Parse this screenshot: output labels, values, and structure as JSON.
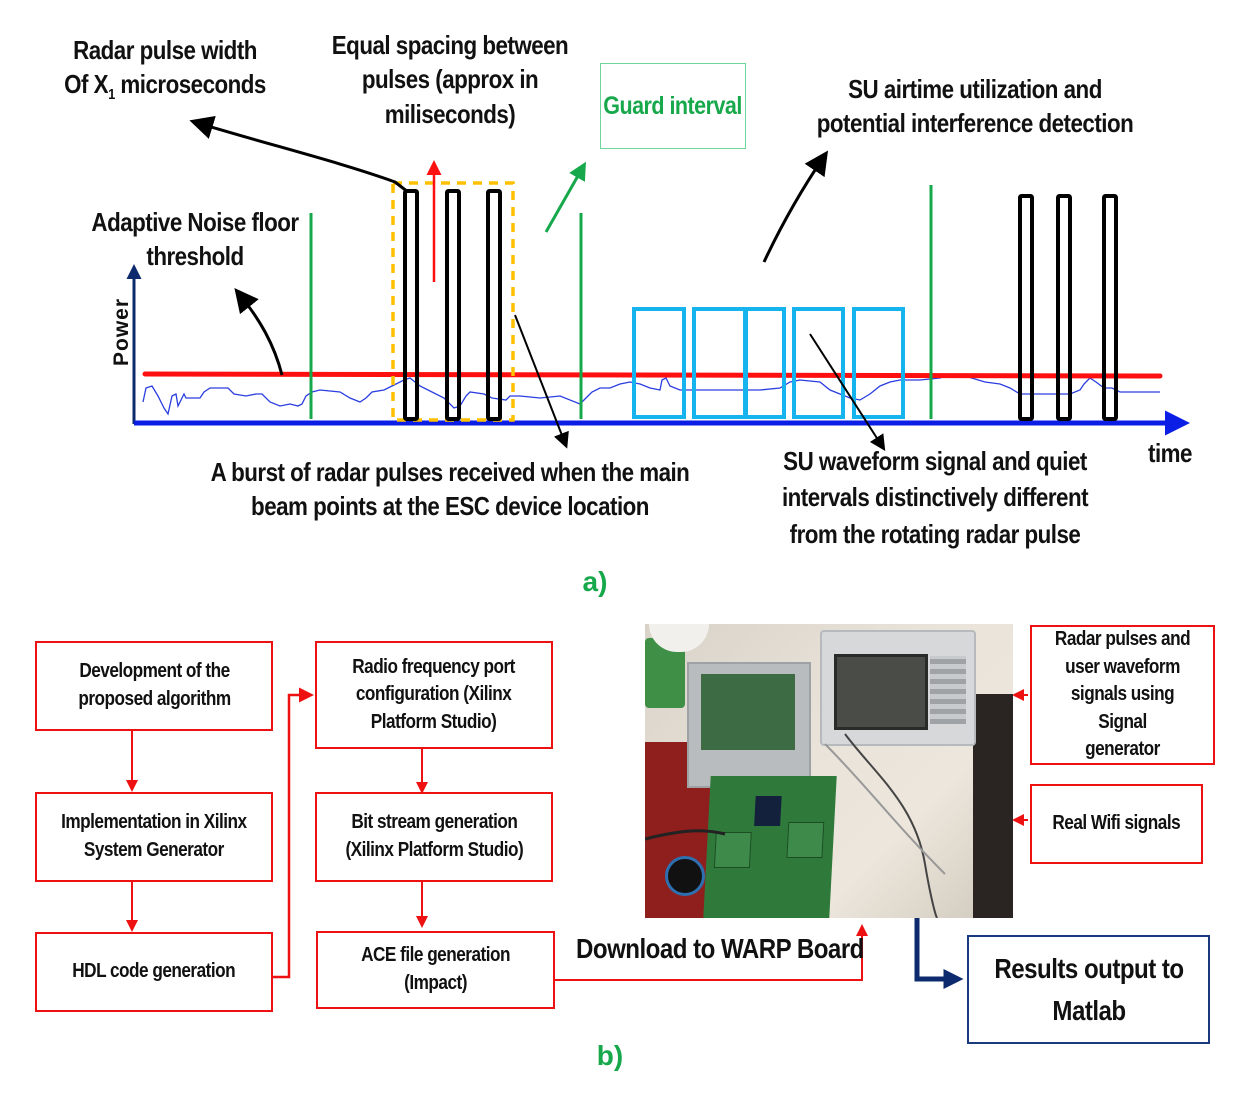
{
  "part_a": {
    "caption": "a)",
    "annotations": {
      "pulse_width_line1": "Radar pulse width",
      "pulse_width_line2_pre": "Of X",
      "pulse_width_sub": "1",
      "pulse_width_line2_post": " microseconds",
      "equal_spacing": "Equal spacing between\npulses (approx  in\nmiliseconds)",
      "guard_interval": "Guard interval",
      "su_airtime": "SU airtime  utilization and\npotential interference detection",
      "noise_floor": "Adaptive Noise floor\nthreshold",
      "burst": "A burst of radar pulses received when the main\nbeam points at the ESC device location",
      "su_waveform": "SU waveform signal and quiet\nintervals distinctively different\nfrom the rotating radar pulse"
    },
    "axes": {
      "y_label": "Power",
      "x_label": "time"
    },
    "colors": {
      "threshold": "#ff1010",
      "axis": "#0a1ee6",
      "noise": "#2a3ee0",
      "radar_pulse": "#000000",
      "guard_line": "#16a84a",
      "su_waveform": "#16b4ee",
      "burst_box": "#ffc000",
      "caption": "#16a84a"
    },
    "signal_model": {
      "radar_bursts": 2,
      "pulses_per_burst": 3,
      "su_waveform_blocks": 5,
      "guard_lines": 3
    }
  },
  "part_b": {
    "caption": "b)",
    "flow_left": [
      "Development of the\nproposed algorithm",
      "Implementation in Xilinx\nSystem Generator",
      "HDL code generation"
    ],
    "flow_middle": [
      "Radio frequency port\nconfiguration (Xilinx\nPlatform Studio)",
      "Bit stream generation\n(Xilinx Platform Studio)",
      "ACE  file generation\n(Impact)"
    ],
    "download_label": "Download to WARP Board",
    "inputs_right": [
      "Radar pulses and\nuser waveform\nsignals using Signal\ngenerator",
      "Real Wifi signals"
    ],
    "results": "Results output to\nMatlab",
    "photo_alt": "WARP board lab setup with oscilloscope"
  }
}
